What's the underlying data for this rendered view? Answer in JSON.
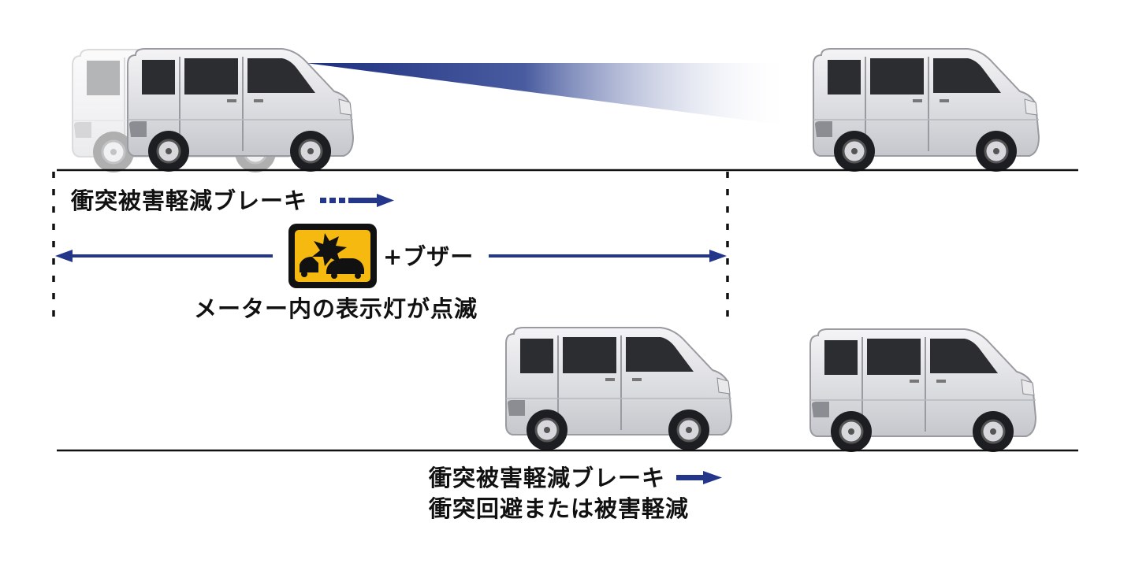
{
  "diagram": {
    "stage1": {
      "brake_label": "衝突被害軽減ブレーキ",
      "buzzer_label": "+ブザー",
      "meter_caption": "メーター内の表示灯が点滅",
      "indicator_icon": "collision-warning-icon"
    },
    "stage2": {
      "line1": "衝突被害軽減ブレーキ",
      "line2": "衝突回避または被害軽減"
    }
  },
  "colors": {
    "arrow_navy": "#23368a",
    "indicator_amber": "#f5b90f",
    "indicator_frame": "#111111",
    "road_line": "#111111"
  }
}
